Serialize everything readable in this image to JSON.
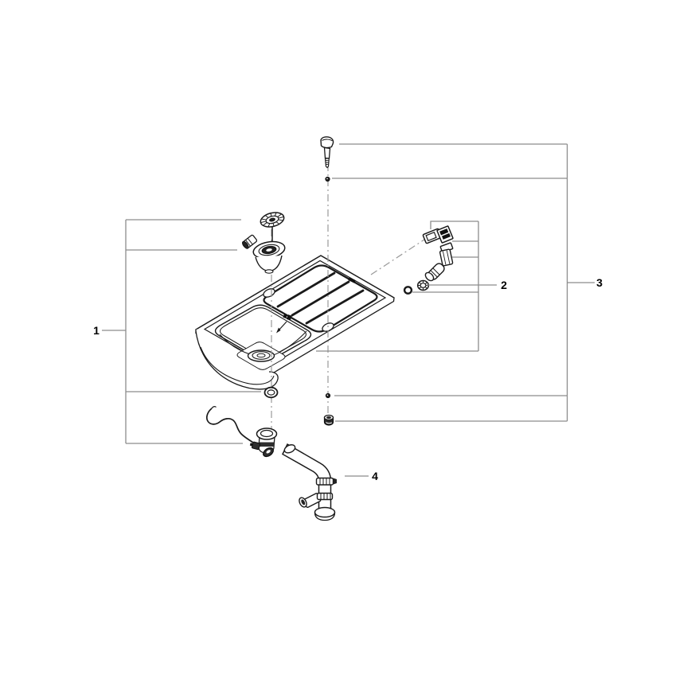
{
  "page": {
    "background": "#ffffff"
  },
  "diagram": {
    "type": "exploded-parts-diagram",
    "subject": "kitchen sink with drain and overflow assembly",
    "colors": {
      "line": "#1a1a1a",
      "leader": "#8c8c8c",
      "text": "#000000",
      "background": "#ffffff"
    },
    "callouts": [
      {
        "label": "1",
        "parts": [
          "basket-strainer-plug",
          "basket-strainer-body",
          "sealing-washer",
          "overflow-hose-connector"
        ]
      },
      {
        "label": "2",
        "parts": [
          "overflow-gasket",
          "overflow-cover-plate",
          "overflow-elbow-housing",
          "locking-nut",
          "o-ring"
        ]
      },
      {
        "label": "3",
        "parts": [
          "mounting-screw",
          "screw-o-ring",
          "seal-dot",
          "fastening-nut"
        ]
      },
      {
        "label": "4",
        "parts": [
          "drain-trap-pipe"
        ]
      }
    ]
  }
}
